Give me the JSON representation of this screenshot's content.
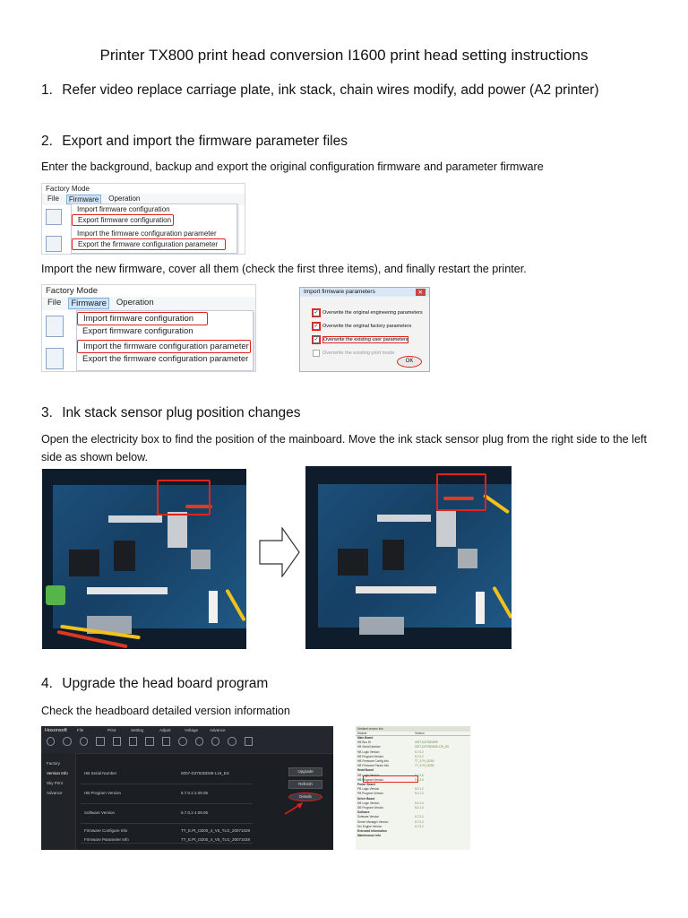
{
  "title": "Printer TX800 print head conversion I1600 print head setting instructions",
  "section1": {
    "num": "1.",
    "text": "Refer video replace carriage plate, ink stack, chain wires modify, add power (A2 printer)"
  },
  "section2": {
    "num": "2.",
    "heading": "Export and import the firmware parameter files",
    "para_export": "Enter the background, backup and export the original configuration firmware and parameter firmware",
    "para_import": "Import the new firmware, cover all them (check the first three items), and finally restart the printer."
  },
  "shot_export": {
    "window_title": "Factory Mode",
    "menu": [
      "File",
      "Firmware",
      "Operation"
    ],
    "items": [
      "Import firmware configuration",
      "Export firmware configuration",
      "Import the firmware configuration parameter",
      "Export the firmware configuration parameter"
    ]
  },
  "shot_import": {
    "window_title": "Factory Mode",
    "menu": [
      "File",
      "Firmware",
      "Operation"
    ],
    "items": [
      "Import firmware configuration",
      "Export firmware configuration",
      "Import the firmware configuration parameter",
      "Export the firmware configuration parameter"
    ]
  },
  "dialog": {
    "title": "Import firmware parameters",
    "options": [
      "Overwrite the original engineering parameters",
      "Overwrite the original factory parameters",
      "Overwrite the existing user parameters",
      "Overwrite the existing print mode"
    ],
    "ok": "OK"
  },
  "section3": {
    "num": "3.",
    "heading": "Ink stack sensor plug position changes",
    "para": "Open the electricity box to find the position of the mainboard. Move the ink stack sensor plug from the right side to the left side as shown below."
  },
  "section4": {
    "num": "4.",
    "heading": "Upgrade the head board program",
    "para": "Check the headboard detailed version information"
  },
  "software": {
    "logo": "Hosonsoft",
    "top_menu": [
      "File",
      "Print",
      "Setting",
      "Adjust",
      "Voltage",
      "Advance"
    ],
    "side_items": [
      "Factory",
      "Version Info",
      "Sky Print",
      "Advance"
    ],
    "rows": [
      {
        "label": "HB Serial Number",
        "value": "0007-D3793DD99-L19_ES"
      },
      {
        "label": "HB Program Version",
        "value": "5.7.0.2 2.09.06"
      },
      {
        "label": "Software Version",
        "value": "5.7.0.2 4.09.06"
      },
      {
        "label": "Firmware Configure Info",
        "value": "TT_E.Pt_I3200_4_V5_TLG_20071028"
      },
      {
        "label": "Firmware Parameter Info",
        "value": "TT_E.Pt_I3200_4_V5_TLG_20071028"
      }
    ],
    "buttons": [
      "Upgrade",
      "Refresh",
      "Details"
    ]
  },
  "details_table": {
    "title": "Detailed version info",
    "columns": [
      "Module",
      "Version"
    ],
    "rows": [
      [
        "Main Board",
        ""
      ],
      [
        "HB Bus ID",
        "0007-D3793DD99"
      ],
      [
        "HB Serial Number",
        "0007-D3793DD99-L19_ES"
      ],
      [
        "HB Logic Version",
        "5.7.0.2"
      ],
      [
        "HB Program Version",
        "5.7.0.2"
      ],
      [
        "HB Firmware Config Info",
        "TT_E.Pt_I3200"
      ],
      [
        "HB Firmware Param Info",
        "TT_E.Pt_I3200"
      ],
      [
        "Head Board",
        ""
      ],
      [
        "HB Logic Version",
        "5.1.2.6"
      ],
      [
        "HB Program Version",
        "5.1.2.6"
      ],
      [
        "Power Board",
        ""
      ],
      [
        "PB Logic Version",
        "5.0.1.2"
      ],
      [
        "PB Program Version",
        "5.0.1.2"
      ],
      [
        "Driver Board",
        ""
      ],
      [
        "DB Logic Version",
        "5.0.1.0"
      ],
      [
        "DB Program Version",
        "5.0.1.0"
      ],
      [
        "Software",
        ""
      ],
      [
        "Software Version",
        "5.7.0.2"
      ],
      [
        "Server Manager Version",
        "5.7.0.2"
      ],
      [
        "Drv Engine Version",
        "5.7.0.2"
      ],
      [
        "Extended Information",
        ""
      ],
      [
        "Maintenance Info",
        ""
      ]
    ]
  }
}
